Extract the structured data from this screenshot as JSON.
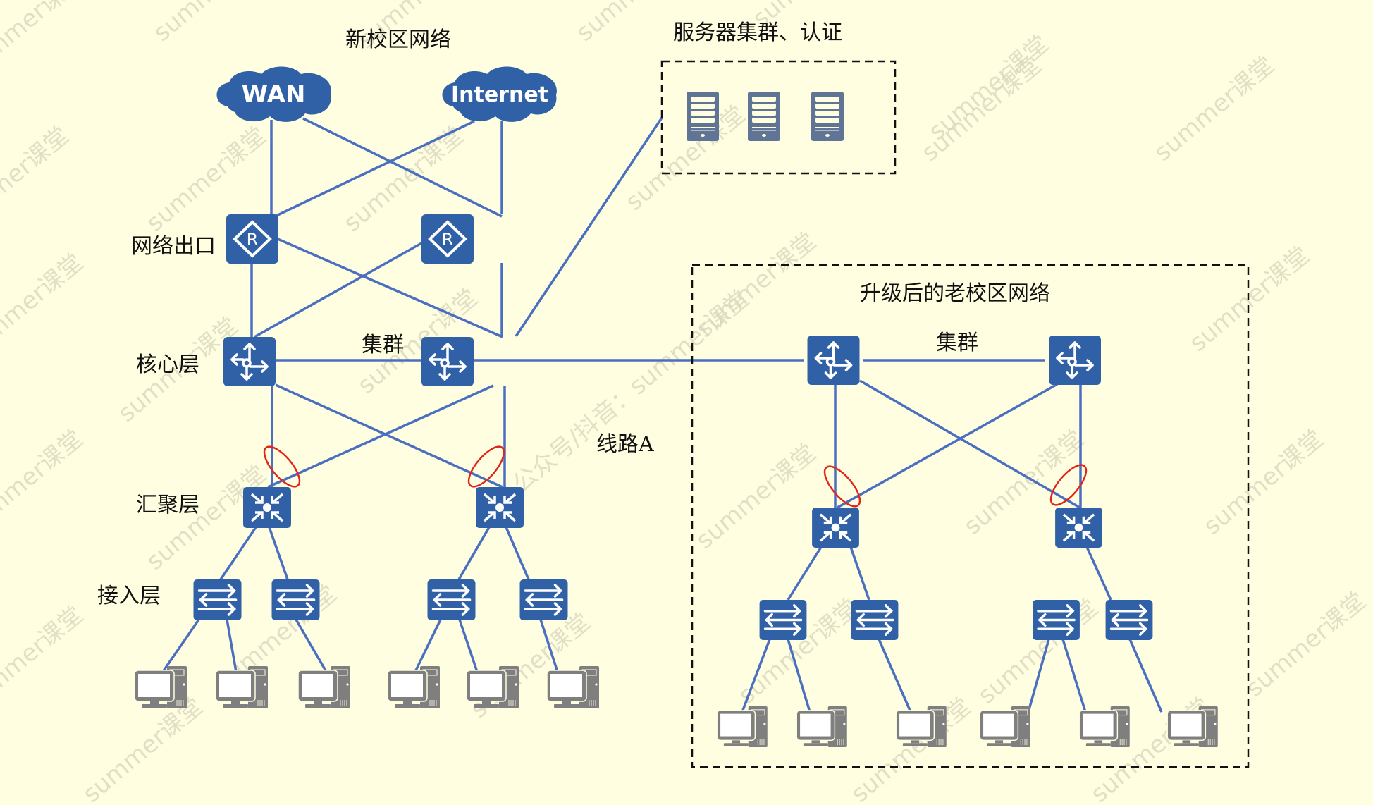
{
  "titles": {
    "new_campus": "新校区网络",
    "server_cluster": "服务器集群、认证",
    "old_campus": "升级后的老校区网络"
  },
  "layer_labels": {
    "exit": "网络出口",
    "core": "核心层",
    "aggregation": "汇聚层",
    "access": "接入层"
  },
  "link_labels": {
    "new_cluster": "集群",
    "old_cluster": "集群",
    "line_a": "线路A"
  },
  "clouds": [
    {
      "id": "wan",
      "label": "WAN"
    },
    {
      "id": "internet",
      "label": "Internet"
    }
  ],
  "devices": {
    "routers": [
      {
        "id": "r1",
        "icon": "router-icon",
        "glyph": "R"
      },
      {
        "id": "r2",
        "icon": "router-icon",
        "glyph": "R"
      }
    ],
    "new_core": [
      {
        "id": "nc1",
        "icon": "core-switch-icon"
      },
      {
        "id": "nc2",
        "icon": "core-switch-icon"
      }
    ],
    "new_aggregation": [
      {
        "id": "na1",
        "icon": "aggregation-switch-icon"
      },
      {
        "id": "na2",
        "icon": "aggregation-switch-icon"
      }
    ],
    "new_access": [
      {
        "id": "nx1"
      },
      {
        "id": "nx2"
      },
      {
        "id": "nx3"
      },
      {
        "id": "nx4"
      }
    ],
    "new_pcs": 6,
    "servers": 3,
    "old_core": [
      {
        "id": "oc1"
      },
      {
        "id": "oc2"
      }
    ],
    "old_aggregation": [
      {
        "id": "oa1"
      },
      {
        "id": "oa2"
      }
    ],
    "old_access": [
      {
        "id": "ox1"
      },
      {
        "id": "ox2"
      },
      {
        "id": "ox3"
      },
      {
        "id": "ox4"
      }
    ],
    "old_pcs": 6
  },
  "watermark": {
    "short": "summer课堂",
    "long": "公众号/抖音：summer课堂"
  },
  "colors": {
    "background": "#FFFEE0",
    "device": "#3061A6",
    "link": "#4A6FC0",
    "server": "#607595",
    "pc": "#7F7F7F",
    "link_aggregation": "#E0251B",
    "dashed_border": "#111111"
  }
}
